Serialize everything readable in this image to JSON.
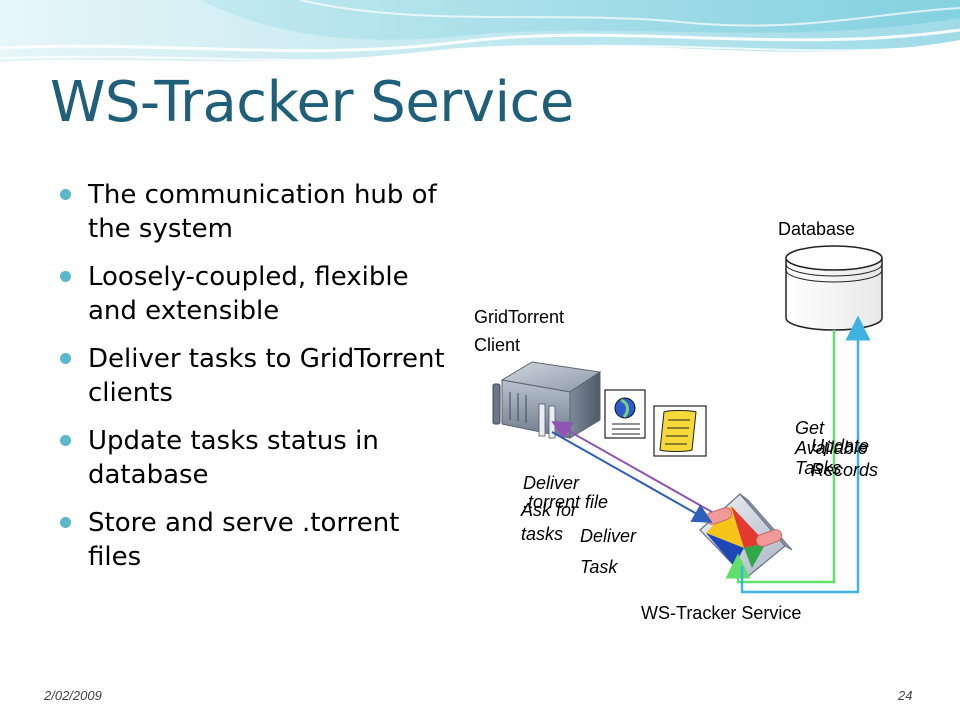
{
  "slide": {
    "title": "WS-Tracker Service",
    "bullets": [
      "The communication hub of the system",
      "Loosely-coupled, flexible and extensible",
      "Deliver tasks to GridTorrent clients",
      "Update tasks status in database",
      "Store and serve .torrent files"
    ],
    "footer": {
      "date": "2/02/2009",
      "page": "24"
    }
  },
  "diagram": {
    "database_label": "Database",
    "client_label": "GridTorrent Client",
    "tracker_label": "WS-Tracker Service",
    "edge_labels": {
      "get_available_tasks": "Get Available Tasks",
      "update_records": "Update Records",
      "deliver_torrent_file": "Deliver .torrent file",
      "ask_for_tasks": "Ask for tasks",
      "deliver_task": "Deliver Task"
    },
    "colors": {
      "title": "#1f5f7a",
      "bullet": "#59b8c9",
      "line_green": "#5ee06a",
      "line_cyan": "#3fb3e0",
      "line_purple": "#8e55b5",
      "line_blue": "#2e5fb8"
    }
  }
}
